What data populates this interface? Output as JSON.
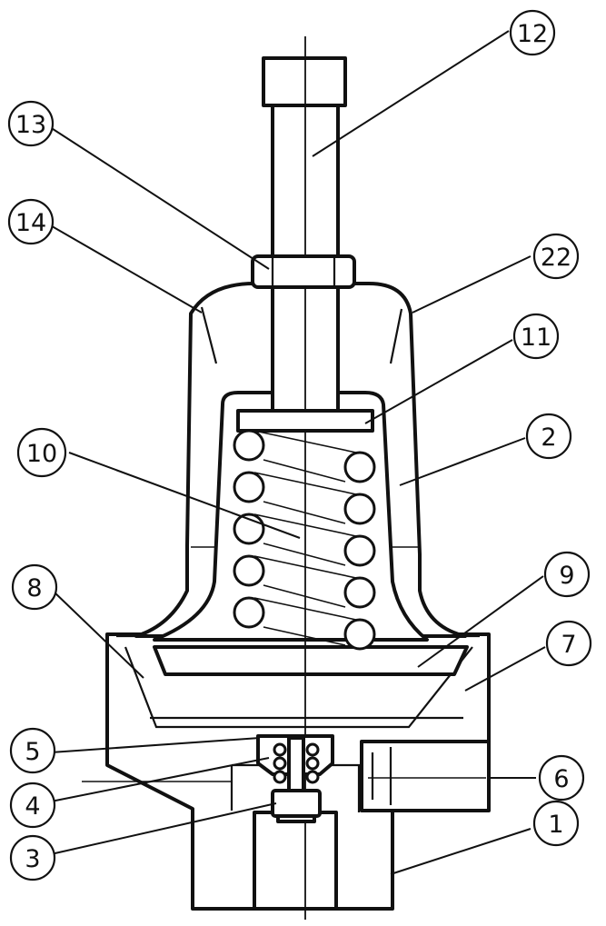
{
  "diagram": {
    "callouts": [
      {
        "id": "c12",
        "label": "12"
      },
      {
        "id": "c13",
        "label": "13"
      },
      {
        "id": "c14",
        "label": "14"
      },
      {
        "id": "c22",
        "label": "22"
      },
      {
        "id": "c11",
        "label": "11"
      },
      {
        "id": "c10",
        "label": "10"
      },
      {
        "id": "c2",
        "label": "2"
      },
      {
        "id": "c8",
        "label": "8"
      },
      {
        "id": "c9",
        "label": "9"
      },
      {
        "id": "c7",
        "label": "7"
      },
      {
        "id": "c5",
        "label": "5"
      },
      {
        "id": "c6",
        "label": "6"
      },
      {
        "id": "c4",
        "label": "4"
      },
      {
        "id": "c3",
        "label": "3"
      },
      {
        "id": "c1",
        "label": "1"
      }
    ]
  }
}
